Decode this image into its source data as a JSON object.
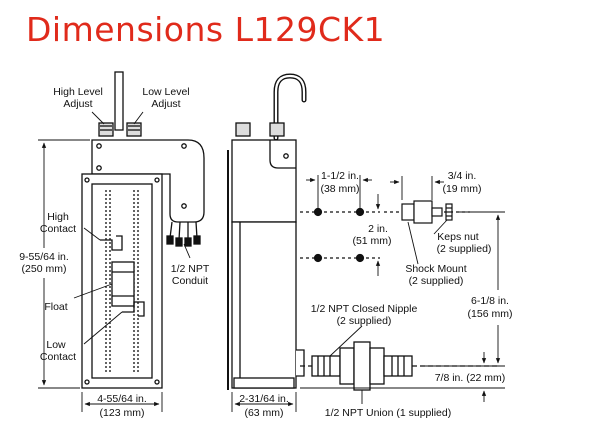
{
  "page": {
    "title": "Dimensions L129CK1",
    "title_color": "#e02a1b"
  },
  "labels": {
    "high_level_adjust_1": "High Level",
    "high_level_adjust_2": "Adjust",
    "low_level_adjust_1": "Low Level",
    "low_level_adjust_2": "Adjust",
    "high_contact_1": "High",
    "high_contact_2": "Contact",
    "float": "Float",
    "low_contact_1": "Low",
    "low_contact_2": "Contact",
    "height_in": "9-55/64 in.",
    "height_mm": "(250 mm)",
    "conduit_1": "1/2 NPT",
    "conduit_2": "Conduit",
    "width_in": "4-55/64 in.",
    "width_mm": "(123 mm)",
    "depth_in": "2-31/64 in.",
    "depth_mm": "(63 mm)",
    "hole_h_in": "1-1/2 in.",
    "hole_h_mm": "(38 mm)",
    "hole_v_in": "2 in.",
    "hole_v_mm": "(51 mm)",
    "keps_w_in": "3/4 in.",
    "keps_w_mm": "(19 mm)",
    "keps_nut_1": "Keps nut",
    "keps_nut_2": "(2 supplied)",
    "shock_mount_1": "Shock Mount",
    "shock_mount_2": "(2 supplied)",
    "pipe_h_in": "6-1/8 in.",
    "pipe_h_mm": "(156 mm)",
    "nipple_1": "1/2 NPT Closed Nipple",
    "nipple_2": "(2 supplied)",
    "base_offset": "7/8 in. (22 mm)",
    "union": "1/2 NPT Union (1 supplied)"
  }
}
